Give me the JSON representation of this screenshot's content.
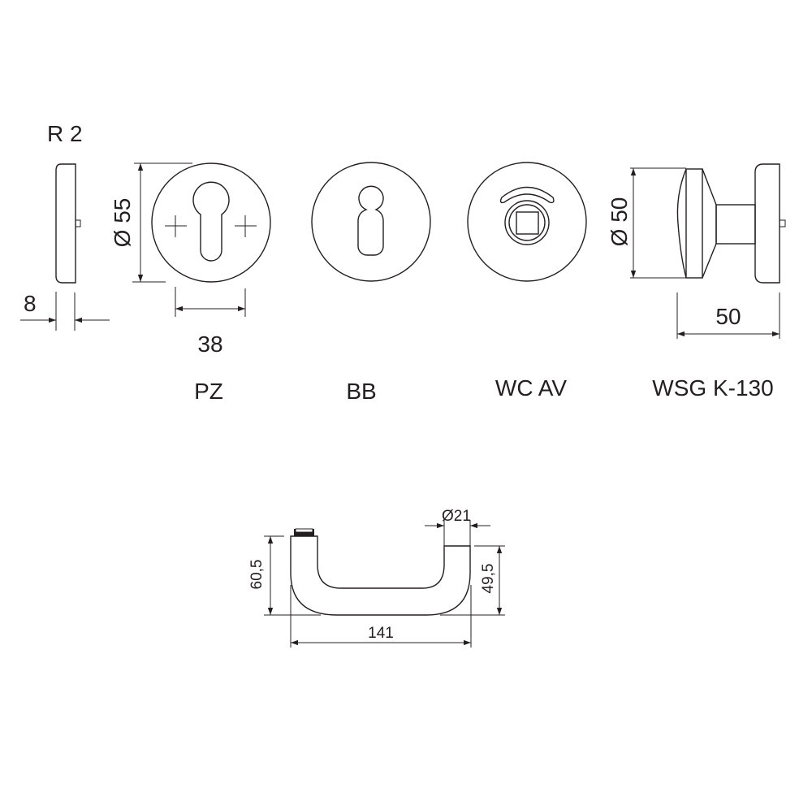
{
  "labels": {
    "radius": "R 2",
    "thickness": "8",
    "diameter_55": "Ø 55",
    "width_38": "38",
    "diameter_50": "Ø 50",
    "depth_50": "50",
    "pz": "PZ",
    "bb": "BB",
    "wc_av": "WC  AV",
    "wsg": "WSG K-130"
  },
  "handle": {
    "height_left": "60,5",
    "height_right": "49,5",
    "length": "141",
    "diameter": "Ø21"
  },
  "colors": {
    "line": "#231f20",
    "background": "#ffffff"
  }
}
